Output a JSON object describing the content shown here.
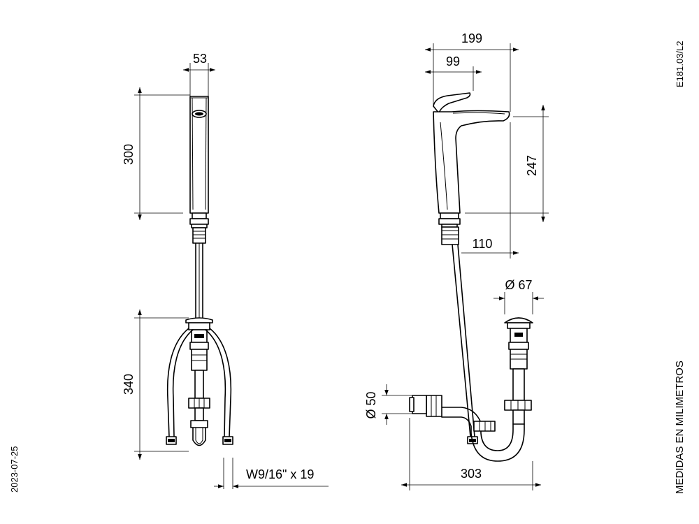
{
  "document": {
    "code": "E181.03/L2",
    "date": "2023-07-25",
    "units_note": "MEDIDAS EN MILIMETROS"
  },
  "dimensions": {
    "front_width": "53",
    "front_height_upper": "300",
    "front_height_lower": "340",
    "hose_thread": "W9/16\" x 19",
    "side_overall_width": "199",
    "side_spout_offset": "99",
    "side_spout_height": "247",
    "side_reach": "110",
    "drain_diameter": "Ø 67",
    "trap_outlet_diameter": "Ø 50",
    "trap_depth": "303"
  }
}
